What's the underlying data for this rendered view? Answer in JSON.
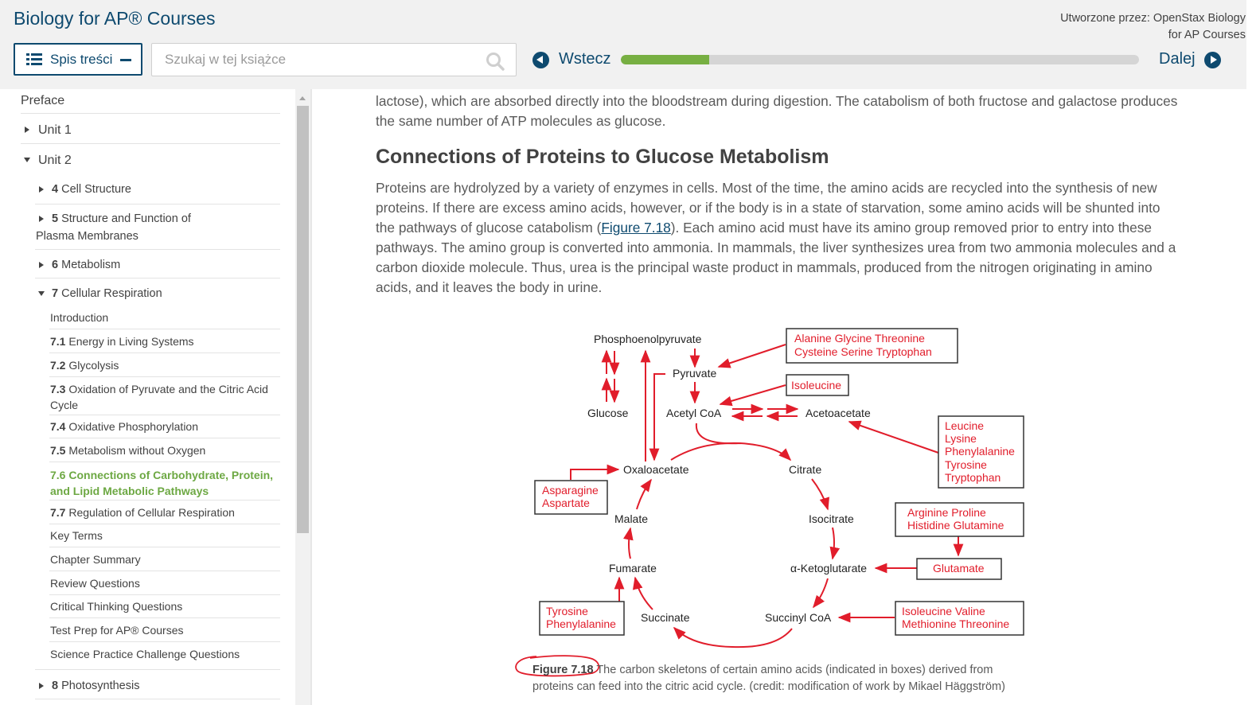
{
  "header": {
    "book_title": "Biology for AP® Courses",
    "credit_line1": "Utworzone przez: OpenStax Biology",
    "credit_line2": "for AP Courses",
    "toc_button_label": "Spis treści",
    "search_placeholder": "Szukaj w tej książce",
    "back_label": "Wstecz",
    "next_label": "Dalej",
    "progress_percent": 17
  },
  "sidebar": {
    "preface": "Preface",
    "unit1": "Unit 1",
    "unit2": "Unit 2",
    "ch4_num": "4",
    "ch4_title": "Cell Structure",
    "ch5_num": "5",
    "ch5_title_line1": "Structure and Function of",
    "ch5_title_line2": "Plasma Membranes",
    "ch6_num": "6",
    "ch6_title": "Metabolism",
    "ch7_num": "7",
    "ch7_title": "Cellular Respiration",
    "sec_intro": "Introduction",
    "s71_num": "7.1",
    "s71_title": "Energy in Living Systems",
    "s72_num": "7.2",
    "s72_title": "Glycolysis",
    "s73_num": "7.3",
    "s73_title_line1": "Oxidation of Pyruvate and the Citric Acid",
    "s73_title_line2": "Cycle",
    "s74_num": "7.4",
    "s74_title": "Oxidative Phosphorylation",
    "s75_num": "7.5",
    "s75_title": "Metabolism without Oxygen",
    "s76_line1": "7.6 Connections of Carbohydrate, Protein,",
    "s76_line2": "and Lipid Metabolic Pathways",
    "s77_num": "7.7",
    "s77_title": "Regulation of Cellular Respiration",
    "key_terms": "Key Terms",
    "chapter_summary": "Chapter Summary",
    "review_questions": "Review Questions",
    "critical_thinking": "Critical Thinking Questions",
    "test_prep": "Test Prep for AP® Courses",
    "science_practice": "Science Practice Challenge Questions",
    "ch8_num": "8",
    "ch8_title": "Photosynthesis"
  },
  "content": {
    "para1_line1": "lactose), which are absorbed directly into the bloodstream during digestion. The catabolism of both fructose and galactose produces",
    "para1_line2": "the same number of ATP molecules as glucose.",
    "heading": "Connections of Proteins to Glucose Metabolism",
    "para2_line1": "Proteins are hydrolyzed by a variety of enzymes in cells. Most of the time, the amino acids are recycled into the synthesis of new",
    "para2_line2": "proteins. If there are excess amino acids, however, or if the body is in a state of starvation, some amino acids will be shunted into",
    "para2_line3_pre": "the pathways of glucose catabolism (",
    "para2_link": "Figure 7.18",
    "para2_line3_post": "). Each amino acid must have its amino group removed prior to entry into these",
    "para2_line4": "pathways. The amino group is converted into ammonia. In mammals, the liver synthesizes urea from two ammonia molecules and a",
    "para2_line5": "carbon dioxide molecule. Thus, urea is the principal waste product in mammals, produced from the nitrogen originating in amino",
    "para2_line6": "acids, and it leaves the body in urine."
  },
  "figure": {
    "nodes": {
      "pep": "Phosphoenolpyruvate",
      "glucose": "Glucose",
      "pyruvate": "Pyruvate",
      "acetyl_coa": "Acetyl CoA",
      "acetoacetate": "Acetoacetate",
      "oxaloacetate": "Oxaloacetate",
      "citrate": "Citrate",
      "malate": "Malate",
      "isocitrate": "Isocitrate",
      "fumarate": "Fumarate",
      "ketoglutarate": "α-Ketoglutarate",
      "succinate": "Succinate",
      "succinyl_coa": "Succinyl CoA"
    },
    "boxes": {
      "b1_line1": "Alanine    Glycine  Threonine",
      "b1_line2": "Cysteine   Serine   Tryptophan",
      "b2": "Isoleucine",
      "b3_1": "Leucine",
      "b3_2": "Lysine",
      "b3_3": "Phenylalanine",
      "b3_4": "Tyrosine",
      "b3_5": "Tryptophan",
      "b4_line1": "Asparagine",
      "b4_line2": "Aspartate",
      "b5_line1": "Arginine   Proline",
      "b5_line2": "Histidine  Glutamine",
      "b6": "Glutamate",
      "b7_line1": "Tyrosine",
      "b7_line2": "Phenylalanine",
      "b8_line1": "Isoleucine    Valine",
      "b8_line2": "Methionine  Threonine"
    },
    "caption_label": "Figure 7.18",
    "caption_line1": " The carbon skeletons of certain amino acids (indicated in boxes) derived from",
    "caption_line2": "proteins can feed into the citric acid cycle. (credit: modification of work by Mikael Häggström)"
  }
}
